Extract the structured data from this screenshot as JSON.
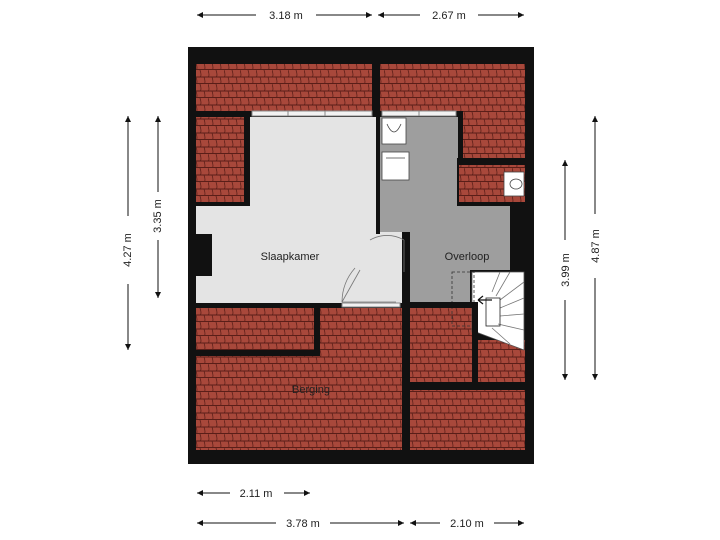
{
  "colors": {
    "wall": "#111111",
    "roof_tile": "#a8483b",
    "roof_tile_line": "#5a1e18",
    "bedroom_floor": "#e4e4e4",
    "landing_floor": "#9e9e9e",
    "stairs": "#ffffff",
    "background": "#ffffff"
  },
  "rooms": {
    "slaapkamer": "Slaapkamer",
    "overloop": "Overloop",
    "berging": "Berging"
  },
  "dimensions": {
    "top_left": "3.18 m",
    "top_right": "2.67 m",
    "left_outer": "4.27 m",
    "left_inner": "3.35 m",
    "right_inner": "3.99 m",
    "right_outer": "4.87 m",
    "bottom_short": "2.11 m",
    "bottom_left": "3.78 m",
    "bottom_right": "2.10 m"
  },
  "icons": [
    "toilet-icon",
    "washing-machine-icon",
    "sink-icon",
    "stair-arrow-icon"
  ]
}
